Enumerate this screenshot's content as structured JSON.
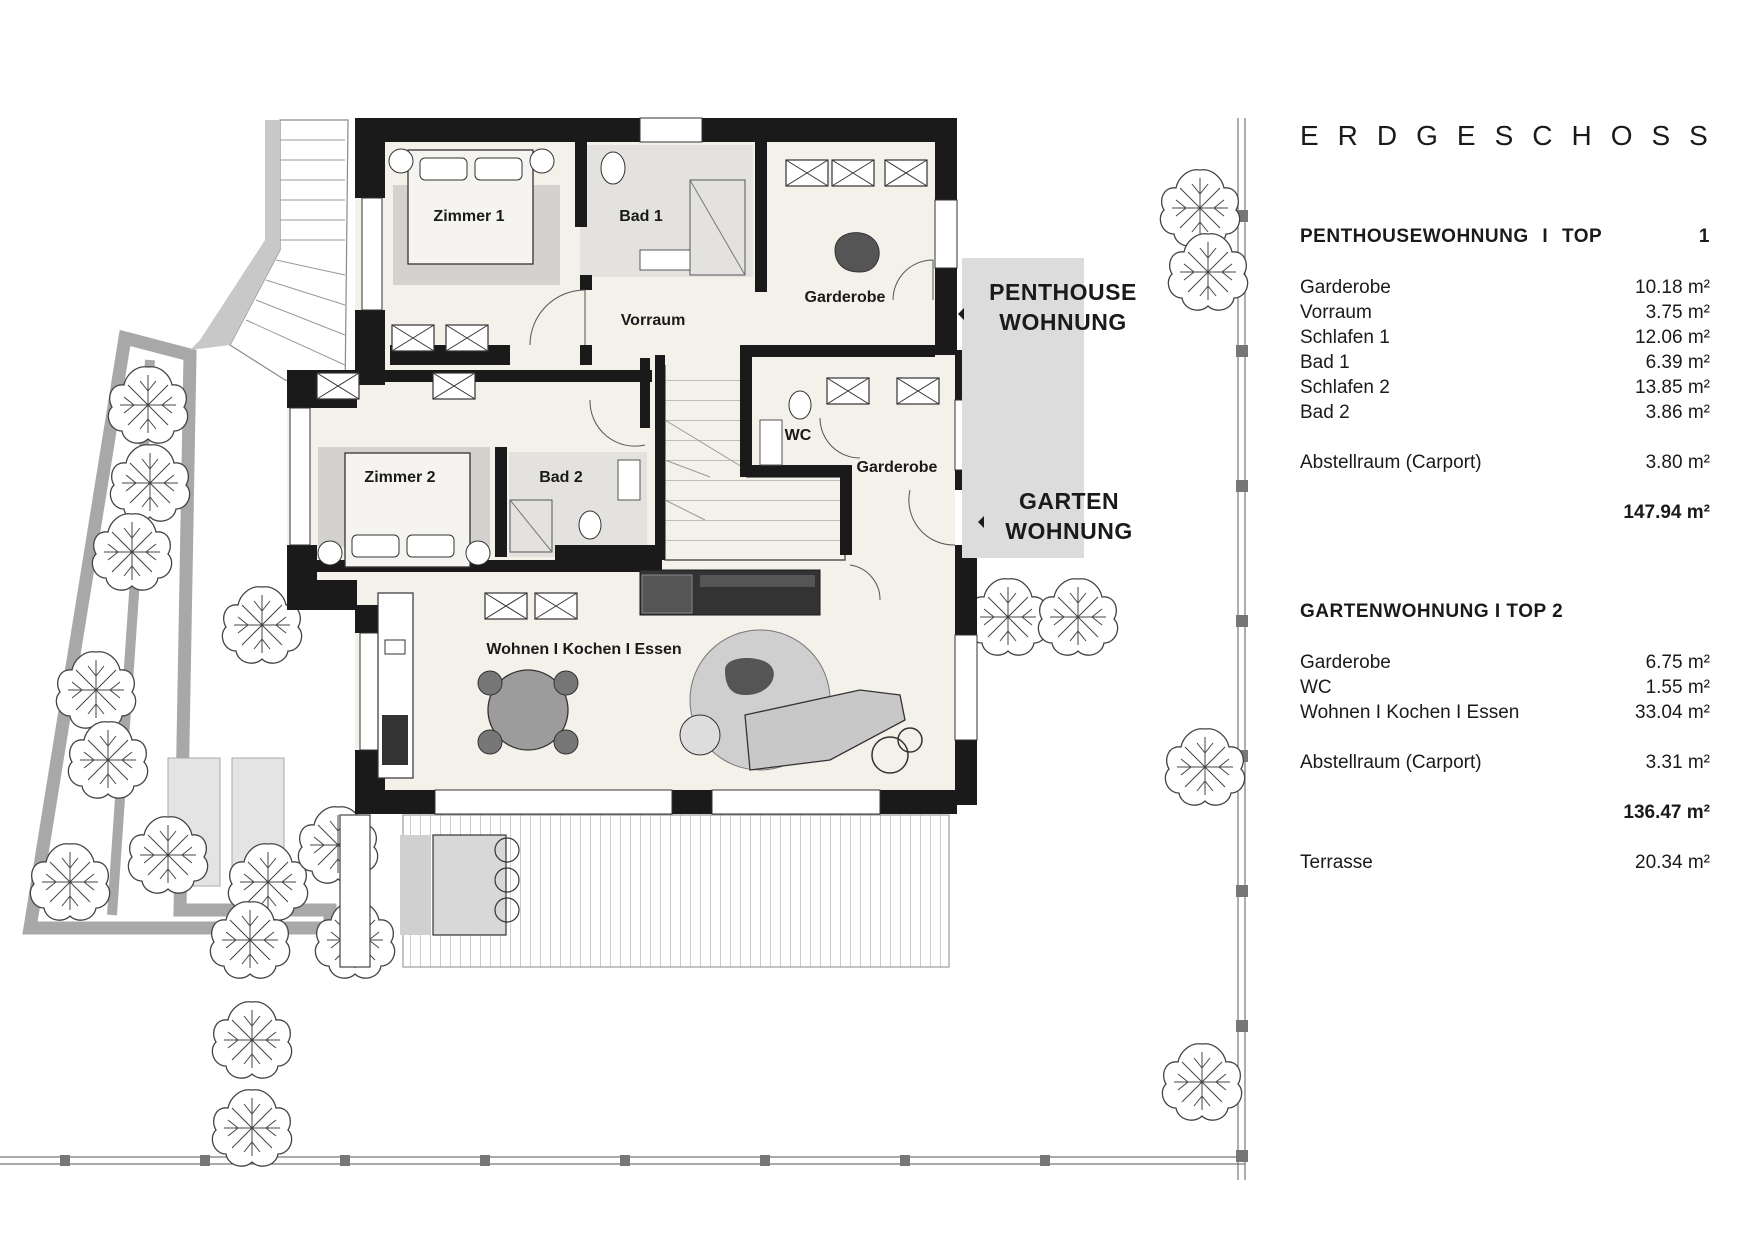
{
  "header": {
    "title": "ERDGESCHOSS"
  },
  "plan": {
    "rooms": {
      "zimmer1": "Zimmer 1",
      "bad1": "Bad 1",
      "garderobe_top": "Garderobe",
      "vorraum": "Vorraum",
      "zimmer2": "Zimmer 2",
      "bad2": "Bad 2",
      "wc": "WC",
      "garderobe_lower": "Garderobe",
      "wohnen": "Wohnen I Kochen I Essen"
    },
    "entrances": {
      "penthouse_line1": "PENTHOUSE",
      "penthouse_line2": "WOHNUNG",
      "garten_line1": "GARTEN",
      "garten_line2": "WOHNUNG"
    }
  },
  "penthouse": {
    "heading": "PENTHOUSEWOHNUNG I TOP",
    "number": "1",
    "rooms": [
      {
        "name": "Garderobe",
        "area": "10.18 m²"
      },
      {
        "name": "Vorraum",
        "area": "3.75 m²"
      },
      {
        "name": "Schlafen 1",
        "area": "12.06 m²"
      },
      {
        "name": "Bad 1",
        "area": "6.39 m²"
      },
      {
        "name": "Schlafen 2",
        "area": "13.85 m²"
      },
      {
        "name": "Bad 2",
        "area": "3.86 m²"
      }
    ],
    "storage": {
      "name": "Abstellraum (Carport)",
      "area": "3.80 m²"
    },
    "total": "147.94 m²"
  },
  "garten": {
    "heading": "GARTENWOHNUNG I TOP 2",
    "rooms": [
      {
        "name": "Garderobe",
        "area": "6.75 m²"
      },
      {
        "name": "WC",
        "area": "1.55 m²"
      },
      {
        "name": "Wohnen I Kochen I Essen",
        "area": "33.04 m²"
      }
    ],
    "storage": {
      "name": "Abstellraum (Carport)",
      "area": "3.31 m²"
    },
    "total": "136.47 m²",
    "terrace": {
      "name": "Terrasse",
      "area": "20.34 m²"
    }
  }
}
